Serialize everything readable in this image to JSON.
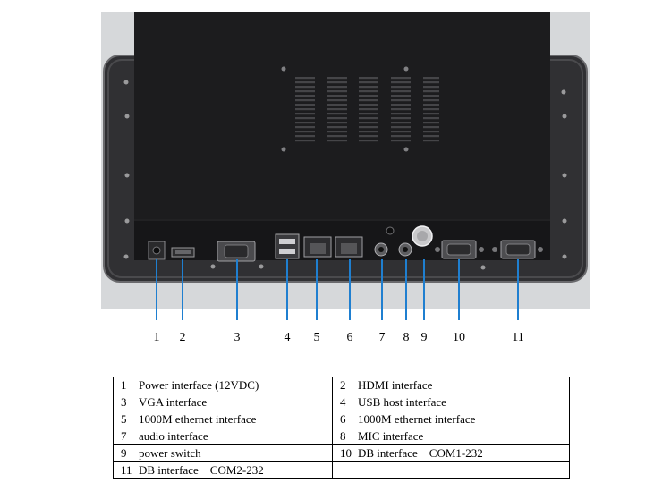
{
  "callout_numbers": [
    "1",
    "2",
    "3",
    "4",
    "5",
    "6",
    "7",
    "8",
    "9",
    "10",
    "11"
  ],
  "table": {
    "rows": [
      [
        {
          "num": "1",
          "label": "Power interface (12VDC)"
        },
        {
          "num": "2",
          "label": "HDMI interface"
        }
      ],
      [
        {
          "num": "3",
          "label": "VGA interface"
        },
        {
          "num": "4",
          "label": "USB host interface"
        }
      ],
      [
        {
          "num": "5",
          "label": "1000M ethernet interface"
        },
        {
          "num": "6",
          "label": "1000M ethernet interface"
        }
      ],
      [
        {
          "num": "7",
          "label": "audio interface"
        },
        {
          "num": "8",
          "label": "MIC interface"
        }
      ],
      [
        {
          "num": "9",
          "label": "power switch"
        },
        {
          "num": "10",
          "label": "DB interface    COM1-232"
        }
      ],
      [
        {
          "num": "11",
          "label": "DB interface    COM2-232"
        },
        {
          "num": "",
          "label": ""
        }
      ]
    ]
  },
  "colors": {
    "background": "#d8dadc",
    "bezel": "#3c3c3e",
    "chassis": "#1b1b1d",
    "callout_line": "#1f7fd0"
  },
  "icons": [
    "screw-hole-icon",
    "vent-slot-icon",
    "dc-jack-icon",
    "hdmi-port-icon",
    "vga-port-icon",
    "usb-port-icon",
    "rj45-port-icon",
    "audio-jack-icon",
    "power-switch-icon",
    "db9-port-icon"
  ]
}
